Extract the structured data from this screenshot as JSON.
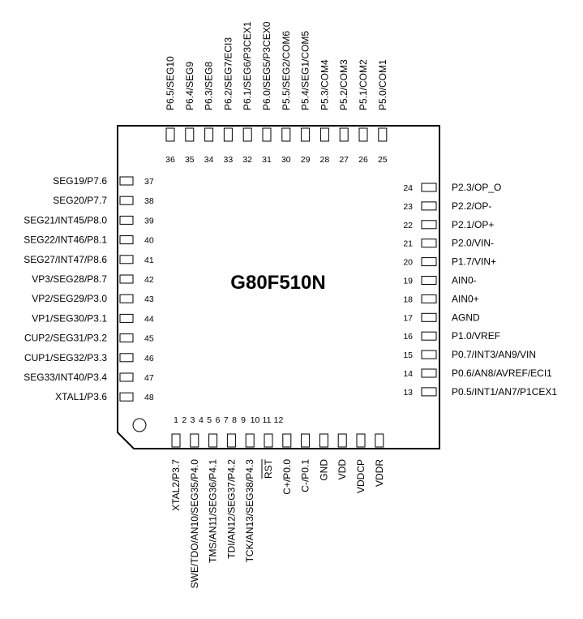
{
  "chip": {
    "part_number": "G80F510N"
  },
  "pins": {
    "top": [
      {
        "num": "36",
        "label": "P6.5/SEG10"
      },
      {
        "num": "35",
        "label": "P6.4/SEG9"
      },
      {
        "num": "34",
        "label": "P6.3/SEG8"
      },
      {
        "num": "33",
        "label": "P6.2/SEG7/ECI3"
      },
      {
        "num": "32",
        "label": "P6.1/SEG6/P3CEX1"
      },
      {
        "num": "31",
        "label": "P6.0/SEG5/P3CEX0"
      },
      {
        "num": "30",
        "label": "P5.5/SEG2/COM6"
      },
      {
        "num": "29",
        "label": "P5.4/SEG1/COM5"
      },
      {
        "num": "28",
        "label": "P5.3/COM4"
      },
      {
        "num": "27",
        "label": "P5.2/COM3"
      },
      {
        "num": "26",
        "label": "P5.1/COM2"
      },
      {
        "num": "25",
        "label": "P5.0/COM1"
      }
    ],
    "left": [
      {
        "num": "37",
        "label": "SEG19/P7.6"
      },
      {
        "num": "38",
        "label": "SEG20/P7.7"
      },
      {
        "num": "39",
        "label": "SEG21/INT45/P8.0"
      },
      {
        "num": "40",
        "label": "SEG22/INT46/P8.1"
      },
      {
        "num": "41",
        "label": "SEG27/INT47/P8.6"
      },
      {
        "num": "42",
        "label": "VP3/SEG28/P8.7"
      },
      {
        "num": "43",
        "label": "VP2/SEG29/P3.0"
      },
      {
        "num": "44",
        "label": "VP1/SEG30/P3.1"
      },
      {
        "num": "45",
        "label": "CUP2/SEG31/P3.2"
      },
      {
        "num": "46",
        "label": "CUP1/SEG32/P3.3"
      },
      {
        "num": "47",
        "label": "SEG33/INT40/P3.4"
      },
      {
        "num": "48",
        "label": "XTAL1/P3.6"
      }
    ],
    "right": [
      {
        "num": "24",
        "label": "P2.3/OP_O"
      },
      {
        "num": "23",
        "label": "P2.2/OP-"
      },
      {
        "num": "22",
        "label": "P2.1/OP+"
      },
      {
        "num": "21",
        "label": "P2.0/VIN-"
      },
      {
        "num": "20",
        "label": "P1.7/VIN+"
      },
      {
        "num": "19",
        "label": "AIN0-"
      },
      {
        "num": "18",
        "label": "AIN0+"
      },
      {
        "num": "17",
        "label": "AGND"
      },
      {
        "num": "16",
        "label": "P1.0/VREF"
      },
      {
        "num": "15",
        "label": "P0.7/INT3/AN9/VIN"
      },
      {
        "num": "14",
        "label": "P0.6/AN8/AVREF/ECI1"
      },
      {
        "num": "13",
        "label": "P0.5/INT1/AN7/P1CEX1"
      }
    ],
    "bottom": [
      {
        "num": "1",
        "label": "XTAL2/P3.7"
      },
      {
        "num": "2",
        "label": "SWE/TDO/AN10/SEG35/P4.0"
      },
      {
        "num": "3",
        "label": "TMS/AN11/SEG36/P4.1"
      },
      {
        "num": "4",
        "label": "TDI/AN12/SEG37/P4.2"
      },
      {
        "num": "5",
        "label": "TCK/AN13/SEG38/P4.3"
      },
      {
        "num": "6",
        "label": "RST"
      },
      {
        "num": "7",
        "label": "C+/P0.0"
      },
      {
        "num": "8",
        "label": "C-/P0.1"
      },
      {
        "num": "9",
        "label": "GND"
      },
      {
        "num": "10",
        "label": "VDD"
      },
      {
        "num": "11",
        "label": "VDDCP"
      },
      {
        "num": "12",
        "label": "VDDR"
      }
    ]
  },
  "overbar_pins": [
    "RST"
  ]
}
